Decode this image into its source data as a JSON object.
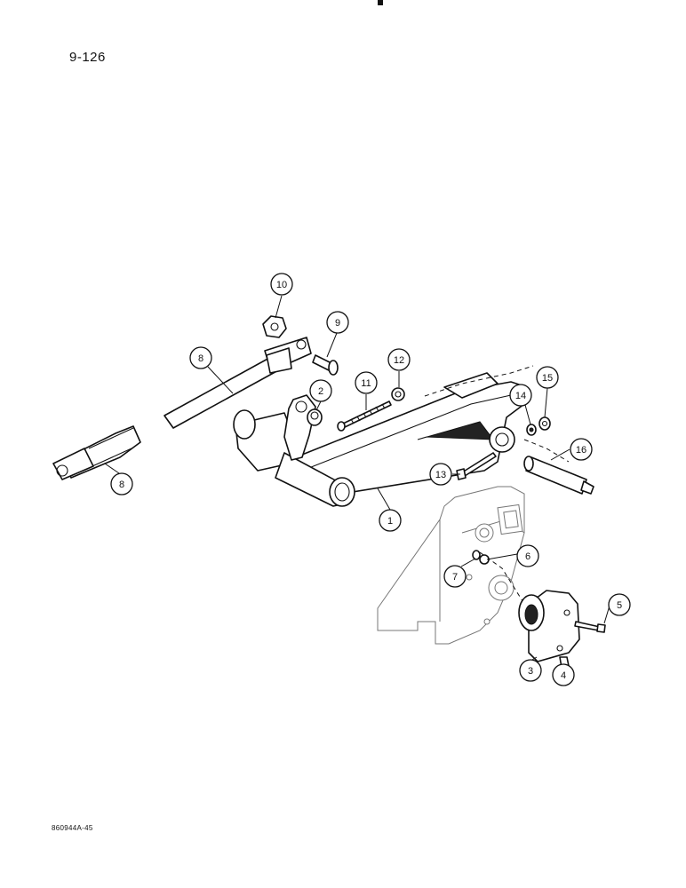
{
  "page": {
    "page_number": "9-126",
    "figure_code": "860944A-45"
  },
  "callouts": [
    {
      "label": "10"
    },
    {
      "label": "9"
    },
    {
      "label": "8"
    },
    {
      "label": "12"
    },
    {
      "label": "11"
    },
    {
      "label": "2"
    },
    {
      "label": "15"
    },
    {
      "label": "14"
    },
    {
      "label": "16"
    },
    {
      "label": "13"
    },
    {
      "label": "8"
    },
    {
      "label": "1"
    },
    {
      "label": "6"
    },
    {
      "label": "7"
    },
    {
      "label": "5"
    },
    {
      "label": "3"
    },
    {
      "label": "4"
    }
  ]
}
